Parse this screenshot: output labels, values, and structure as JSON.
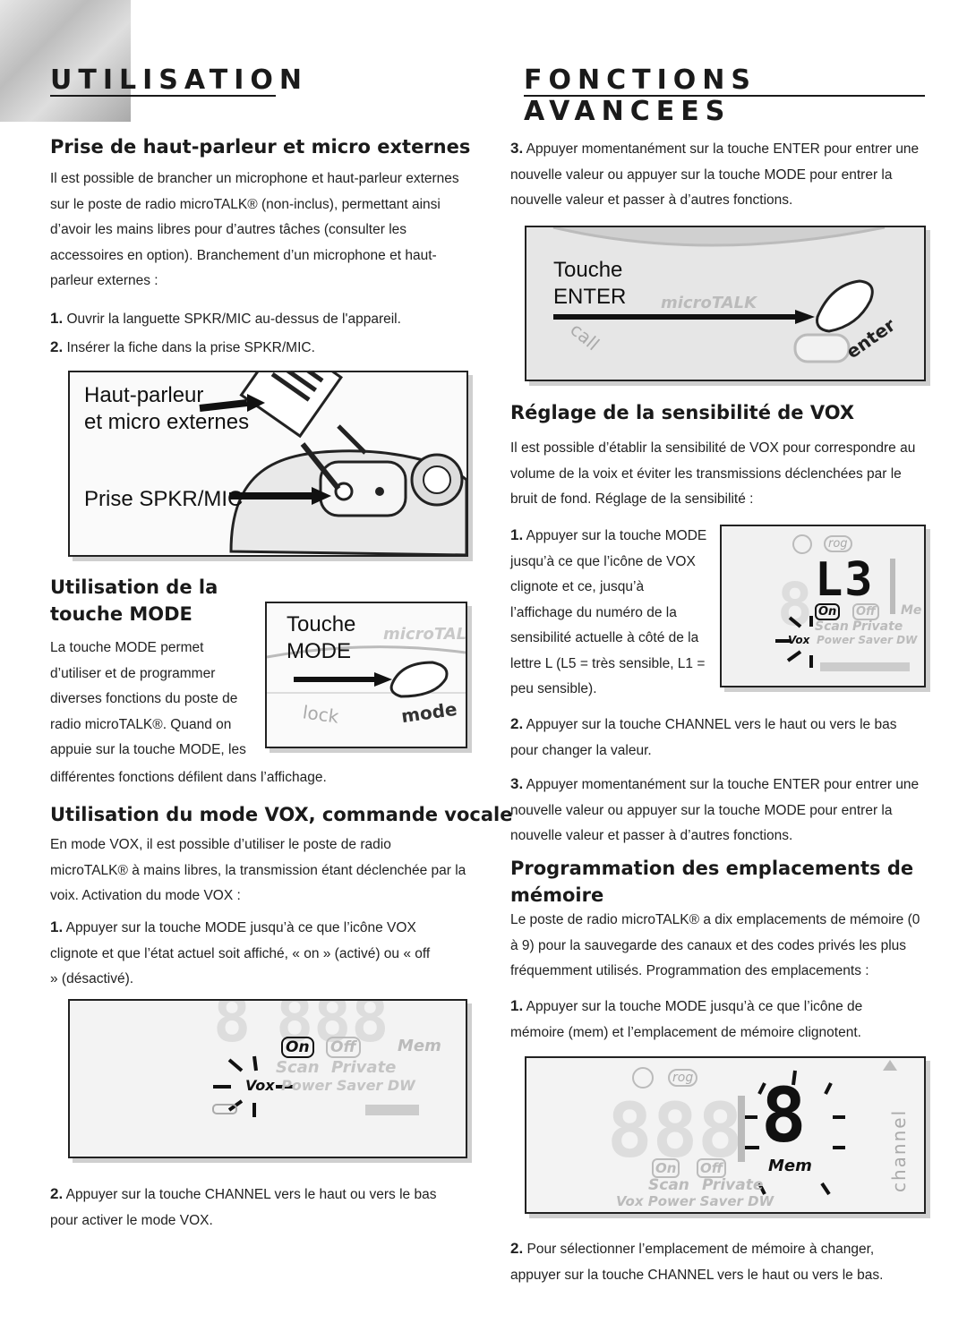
{
  "header": {
    "left": "UTILISATION",
    "right": "FONCTIONS AVANCEES"
  },
  "left": {
    "ext": {
      "title": "Prise de haut-parleur et micro externes",
      "body": "Il est possible de brancher un microphone et haut-parleur externes sur le poste de radio microTALK® (non-inclus), permettant ainsi d’avoir les mains libres pour d’autres tâches (consulter les accessoires en option). Branchement d’un microphone et haut-parleur externes :",
      "step1_num": "1.",
      "step1": "Ouvrir la languette SPKR/MIC au-dessus de l'appareil.",
      "step2_num": "2.",
      "step2": "Insérer la fiche dans la prise SPKR/MIC.",
      "fig_label1": "Haut-parleur",
      "fig_label2": "et micro externes",
      "fig_label3": "Prise SPKR/MIC"
    },
    "mode": {
      "title1": "Utilisation de la",
      "title2": "touche MODE",
      "body": "La touche MODE permet d’utiliser et de programmer diverses fonctions du poste de radio microTALK®. Quand on appuie sur la touche MODE, les",
      "body_end": "différentes fonctions défilent dans l’affichage.",
      "fig_touche": "Touche",
      "fig_mode": "MODE",
      "fig_lock": "lock",
      "fig_modekey": "mode",
      "fig_brand": "microTALK"
    },
    "vox": {
      "title": "Utilisation du mode VOX, commande vocale",
      "body": "En mode VOX, il est possible d’utiliser le poste de radio microTALK® à mains libres, la transmission étant déclenchée par la voix. Activation du mode VOX :",
      "step1_num": "1.",
      "step1": "Appuyer sur la touche MODE jusqu’à ce que l’icône VOX clignote et que l’état actuel soit affiché, « on » (activé) ou « off » (désactivé).",
      "step2_num": "2.",
      "step2": "Appuyer sur la touche CHANNEL vers le haut ou vers le bas pour activer le mode VOX.",
      "lcd": {
        "on": "On",
        "off": "Off",
        "mem": "Mem",
        "scan": "Scan",
        "private": "Private",
        "vox": "Vox",
        "power": "Power Saver DW"
      }
    }
  },
  "right": {
    "enter": {
      "step3_num": "3.",
      "step3": "Appuyer momentanément sur la touche ENTER pour entrer une nouvelle valeur ou appuyer sur la touche MODE pour entrer la nouvelle valeur et passer à d’autres fonctions.",
      "fig_touche": "Touche",
      "fig_enter": "ENTER",
      "fig_call": "call",
      "fig_enterkey": "enter",
      "fig_brand": "microTALK"
    },
    "sens": {
      "title": "Réglage de la sensibilité de VOX",
      "body": "Il est possible d’établir la sensibilité de VOX pour correspondre au volume de la voix et éviter les transmissions déclenchées par le bruit de fond. Réglage de la sensibilité :",
      "step1_num": "1.",
      "step1": "Appuyer sur la touche MODE jusqu’à ce que l’icône de VOX clignote et ce, jusqu’à l’affichage du numéro de la sensibilité actuelle à côté de la lettre L (L5 = très sensible, L1 = peu sensible).",
      "step2_num": "2.",
      "step2": "Appuyer sur la touche CHANNEL vers le haut ou vers le bas pour changer la valeur.",
      "step3_num": "3.",
      "step3": "Appuyer momentanément sur la touche ENTER pour entrer une nouvelle valeur ou appuyer sur la touche MODE pour entrer la nouvelle valeur et passer à d’autres fonctions.",
      "lcd": {
        "digits": "L3",
        "on": "On",
        "off": "Off",
        "mem": "Me",
        "scan": "Scan",
        "private": "Private",
        "vox": "Vox",
        "power": "Power Saver DW",
        "rog": "rog"
      }
    },
    "mem": {
      "title1": "Programmation des emplacements de",
      "title2": "mémoire",
      "body": "Le poste de radio microTALK® a dix emplacements de mémoire (0 à 9) pour la sauvegarde des canaux et des codes privés les plus fréquemment utilisés. Programmation des emplacements :",
      "step1_num": "1.",
      "step1": "Appuyer sur la touche MODE jusqu’à ce que l’icône de mémoire (mem) et l’emplacement de mémoire clignotent.",
      "step2_num": "2.",
      "step2": "Pour sélectionner l’emplacement de mémoire à changer, appuyer sur la touche CHANNEL vers le haut ou vers le bas.",
      "lcd": {
        "digit": "8",
        "on": "On",
        "off": "Off",
        "mem": "Mem",
        "scan": "Scan",
        "private": "Private",
        "vox": "Vox Power Saver DW",
        "rog": "rog",
        "channel": "channel"
      }
    }
  }
}
